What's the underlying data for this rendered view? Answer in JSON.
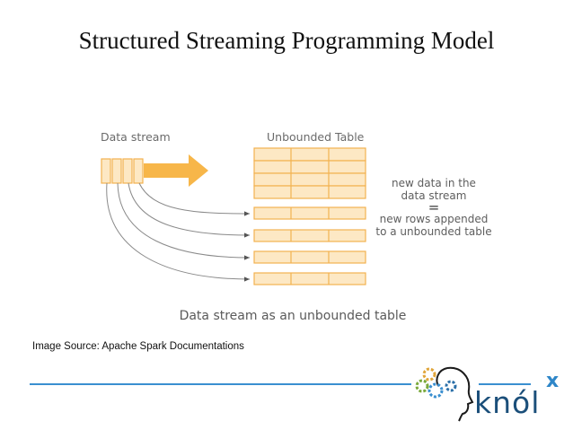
{
  "slide": {
    "title": "Structured Streaming Programming Model",
    "source_note": "Image Source: Apache Spark Documentations"
  },
  "diagram": {
    "stream_label": "Data stream",
    "table_label": "Unbounded Table",
    "note_line1": "new data in the",
    "note_line2": "data stream",
    "note_equals": "=",
    "note_line3": "new rows appended",
    "note_line4": "to a unbounded table",
    "caption": "Data stream as an unbounded table",
    "existing_rows": 4,
    "appended_rows": 4,
    "table_columns": 3
  },
  "brand": {
    "name": "knól",
    "mark": "x",
    "logo_icon": "head-gears-icon"
  },
  "colors": {
    "fill": "#fde8c4",
    "stroke": "#f2b250",
    "arrow": "#f7b649",
    "accent_blue": "#3a8fd0",
    "brand_navy": "#1b4f7a"
  }
}
